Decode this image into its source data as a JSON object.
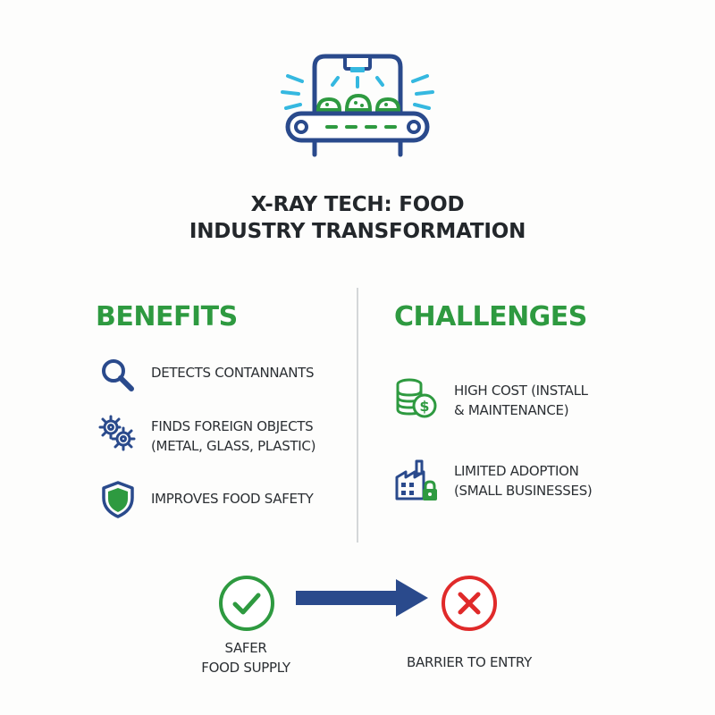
{
  "title": {
    "line1": "X-RAY TECH: FOOD",
    "line2": "INDUSTRY TRANSFORMATION"
  },
  "benefits": {
    "heading": "BENEFITS",
    "items": [
      {
        "icon": "magnifier-icon",
        "lines": [
          "DETECTS CONTANNANTS"
        ]
      },
      {
        "icon": "gears-icon",
        "lines": [
          "FINDS FOREIGN OBJECTS",
          "(METAL, GLASS, PLASTIC)"
        ]
      },
      {
        "icon": "shield-icon",
        "lines": [
          "IMPROVES FOOD SAFETY"
        ]
      }
    ]
  },
  "challenges": {
    "heading": "CHALLENGES",
    "items": [
      {
        "icon": "coins-dollar-icon",
        "lines": [
          "HIGH COST (INSTALL",
          "& MAINTENANCE)"
        ]
      },
      {
        "icon": "factory-lock-icon",
        "lines": [
          "LIMITED ADOPTION",
          "(SMALL BUSINESSES)"
        ]
      }
    ]
  },
  "outcomes": {
    "positive": {
      "icon": "check-circle-icon",
      "lines": [
        "SAFER",
        "FOOD SUPPLY"
      ]
    },
    "negative": {
      "icon": "x-circle-icon",
      "lines": [
        "BARRIER TO ENTRY"
      ]
    }
  },
  "colors": {
    "green": "#2e9a40",
    "blue": "#2a4a8c",
    "cyan": "#35b8e0",
    "red": "#e02a2a",
    "divider": "#d4d7d9"
  }
}
